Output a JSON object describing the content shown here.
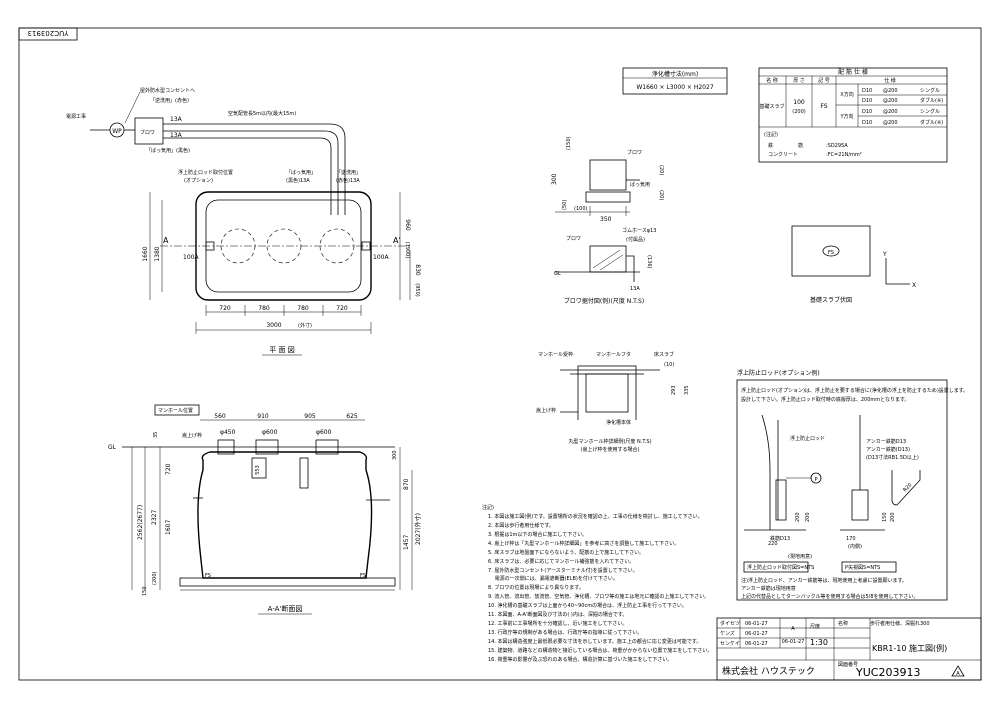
{
  "drawing_code_tab": "YUC203913",
  "plan": {
    "dims_bottom": [
      "720",
      "780",
      "780",
      "720"
    ],
    "total_width": "3000",
    "total_width_note": "(外寸)",
    "height_outer": "1660",
    "height_outer_note": "(外寸)",
    "height_inner": "1380",
    "right_dim_main": "960",
    "right_dim_main_note": "(1900)",
    "right_dim_lower": "830",
    "right_dim_lower_note": "(950)",
    "pipe_left": "100A",
    "pipe_right": "100A",
    "mark_a": "A",
    "mark_a2": "A'",
    "power": "電源工事",
    "wp": "WP",
    "outlet": "屋外防水型コンセントへ",
    "blower": "ブロワ",
    "pipe_13a_1": "13A",
    "pipe_13a_2": "13A",
    "tag_aeration": "「逆洗用」(赤色)",
    "tag_air": "「ばっ気用」(黒色)",
    "air_pipe_note": "空気配管長5m以内(最大15m)",
    "float_mount": "浮上防止ロッド取付位置",
    "float_option": "(オプション)",
    "air_tag2": "「ばっ気用」",
    "air_tag2_sub": "(黒色)13A",
    "back_tag2": "「逆洗用」",
    "back_tag2_sub": "(赤色)13A",
    "caption": "平 面 図"
  },
  "spec_table": {
    "title": "浄化槽寸法(mm)",
    "value": "W1660 × L3000 × H2027"
  },
  "rebar_table": {
    "header_main": "配 筋 仕 様",
    "col_name": "名 称",
    "col_thickness": "厚 さ",
    "col_mark": "記 号",
    "col_spec": "仕 様",
    "row_name": "基礎スラブ",
    "thickness": "100",
    "thickness_note": "(200)",
    "mark": "FS",
    "x_dir": "X方向",
    "y_dir": "Y方向",
    "rows": [
      {
        "d": "D10",
        "p": "@200",
        "t": "シングル"
      },
      {
        "d": "D10",
        "p": "@200",
        "t": "ダブル(※)"
      },
      {
        "d": "D10",
        "p": "@200",
        "t": "シングル"
      },
      {
        "d": "D10",
        "p": "@200",
        "t": "ダブル(※)"
      }
    ],
    "notes_title": "(注記)",
    "note_steel_label": "鉄　　　　　筋",
    "note_steel": ":SD295A",
    "note_concrete_label": "コンクリート",
    "note_concrete": ":FC=21N/mm²"
  },
  "blower_detail": {
    "labels": [
      "(150)",
      "300",
      "(50)",
      "(100)",
      "350",
      "(20)",
      "(20)",
      "ブロワ",
      "ばっ気用",
      "ゴムホースφ13",
      "(付属品)",
      "(136)",
      "GL",
      "13A",
      "ブロワ"
    ],
    "caption": "ブロワ据付図(例)(尺度 N.T.S)"
  },
  "slab_diagram": {
    "label": "FS",
    "x": "X",
    "y": "Y",
    "caption": "基礎スラブ伏図"
  },
  "manhole_detail": {
    "labels": [
      "マンホール受枠",
      "マンホールフタ",
      "床スラブ",
      "嵩上げ枠",
      "浄化槽本体",
      "293",
      "335",
      "(10)"
    ],
    "caption": "丸型マンホール枠詳細例(尺度 N.T.S)",
    "caption_sub": "(嵩上げ枠を使用する場合)"
  },
  "section": {
    "manhole_label": "マンホール位置",
    "dims_top": [
      "560",
      "910",
      "905",
      "625"
    ],
    "diameters": [
      "φ450",
      "φ600",
      "φ600"
    ],
    "raise_frame": "嵩上げ枠",
    "gl": "GL",
    "left_dims": [
      "35",
      "720",
      "1607",
      "2327",
      "2562(2677)",
      "(200)",
      "150"
    ],
    "right_dims": [
      "300",
      "870",
      "1457",
      "2027(外寸)"
    ],
    "inner_553": "553",
    "fs_left": "FS",
    "fs_right": "FS",
    "caption": "A-A'断面図"
  },
  "float_rod": {
    "title": "浮上防止ロッド(オプション例)",
    "text1": "浮上防止ロッド(オプション)は、浮上防止を要する場合に(浄化槽の浮上を防止するため)設置します。",
    "text2": "設計して下さい。浮上防止ロッド取付時の底版厚は、200mmとなります。",
    "labels": [
      "浮上防止ロッド",
      "アンカー鉄筋D13",
      "鉄筋D13",
      "P",
      "220",
      "200",
      "200",
      "170",
      "150",
      "200",
      "アンカー鉄筋(D13)",
      "(D13寸法RB1.5D以上)",
      "R20",
      "(現地用意)",
      "(内側)"
    ],
    "box_s": "浮上防止ロッド取付図S=NTS",
    "box_p": "P矢視図S=NTS",
    "note1": "注)浮上防止ロッド、アンカー鉄筋等は、現地使用上考慮に設置願います。",
    "note2": "アンカー鉄筋は現地用意",
    "note3": "上記の代替品としてターンバックル等を使用する場合は5/8を使用して下さい。"
  },
  "notes": {
    "title": "注記)",
    "items": [
      "1. 本図は施工図(例)です。設置場所の状況を確認の上、工事の仕様を検討し、施工して下さい。",
      "2. 本図は歩行者用仕様です。",
      "3. 根掘は1m以下の場合に施工して下さい。",
      "4. 嵩上げ枠は「丸型マンホール枠詳細図」を参考に高さを調整して施工して下さい。",
      "5. 床スラブは地盤面下にならないよう、配筋の上で施工して下さい。",
      "6. 床スラブは、必要に応じてマンホール補強筋を入れて下さい。",
      "7. 屋外防水型コンセント(アースターミナル付)を設置して下さい。",
      "　 電源の一次側には、漏電遮断器(ELB)を付けて下さい。",
      "8. ブロワの位置は現場により異なります。",
      "9. 流入管、流出管、放流管、空気管、浄化槽、ブロワ等の施工は地元に確認の上施工して下さい。",
      "10. 浄化槽の基礎スラブは上面から40~90cmの場合は、浮上防止工事を行って下さい。",
      "11. 本図面、A-A'断面図及び寸法の( )内は、深掘の場合です。",
      "12. 工事前に工事場所を十分確認し、近い施工をして下さい。",
      "13. 行政庁等の規制がある場合は、行政庁等の指導に従って下さい。",
      "14. 本図は構造強度上最低限必要な寸法を示しています。施工上の都合に応じ変更は可能です。",
      "15. 建築物、道路などの構造物と接近している場合は、荷重がかからない位置で施工をして下さい。",
      "16. 荷重等の影響が及ぶ恐れのある場合、構造計算に基づいた施工をして下さい。"
    ]
  },
  "title_block": {
    "roles": [
      "ダイセツ",
      "ケンズ",
      "センケイ"
    ],
    "dates": [
      "06-01-27",
      "06-01-27",
      "06-01-27"
    ],
    "scale_label": "尺度",
    "scale": "1:30",
    "stamp_date": "06-01-27",
    "name_label": "名称",
    "name_main": "歩行者用仕様、深掘れ300",
    "model": "KBR1-10 施工図(例)",
    "company": "株式会社 ハウステック",
    "code_label": "図面番号",
    "code": "YUC203913",
    "mark_lbl": "A"
  }
}
